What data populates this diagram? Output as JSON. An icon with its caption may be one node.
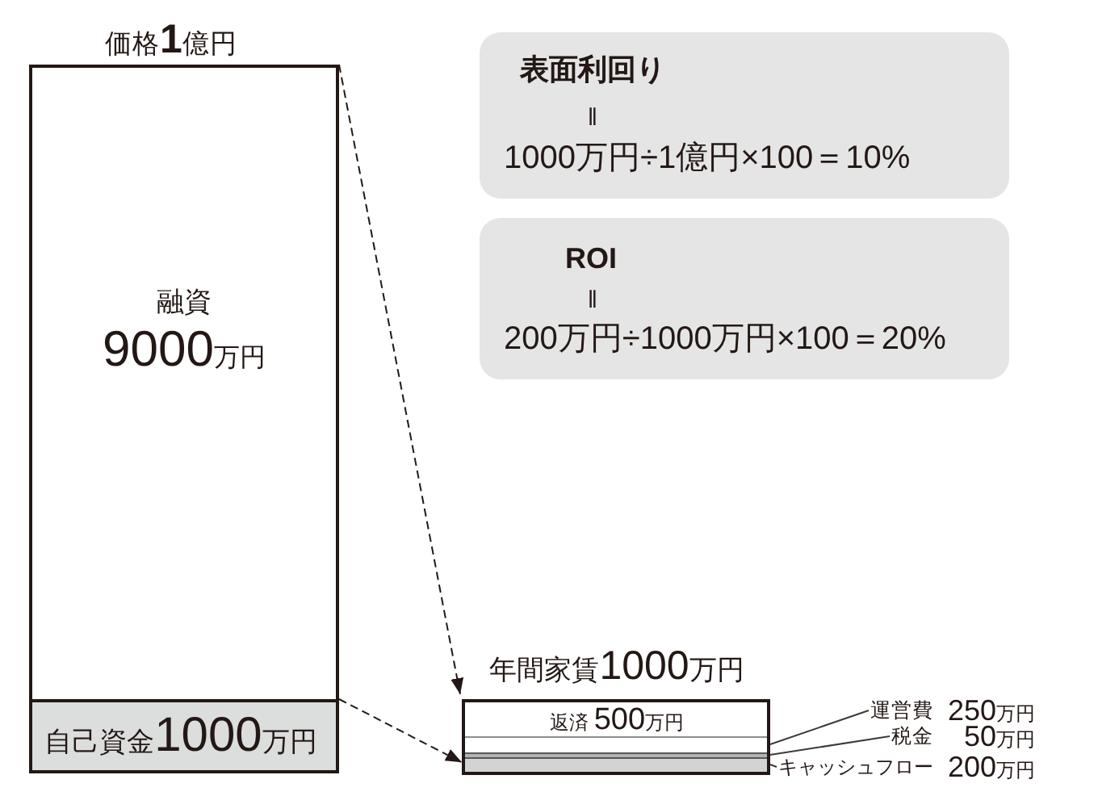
{
  "diagram": {
    "nodes": [
      {
        "text": [
          "価格1億円"
        ]
      },
      {
        "text": [
          "融資",
          "9000万円"
        ],
        "in": 0
      },
      {
        "text": [
          "自己資金1000万円"
        ],
        "in": 0
      },
      {
        "text": [
          "表面利回り",
          "‖",
          "1000万円÷1億円×100＝10%"
        ]
      },
      {
        "text": [
          "ROI",
          "‖",
          "200万円÷1000万円×100＝20%"
        ]
      },
      {
        "text": [
          "年間家賃1000万円"
        ]
      },
      {
        "text": [
          "返済 500万円"
        ],
        "in": 5
      },
      {
        "text": [],
        "shape": "bar",
        "in": 5
      },
      {
        "text": [],
        "shape": "bar",
        "in": 5
      },
      {
        "text": [],
        "shape": "bar",
        "in": 5
      },
      {
        "text": [
          "運営費",
          "250万円"
        ]
      },
      {
        "text": [
          "税金",
          "50万円"
        ]
      },
      {
        "text": [
          "キャッシュフロー",
          "200万円"
        ]
      }
    ],
    "edges": [
      {
        "from": 0,
        "to": 5,
        "arrow": "to",
        "style": "dashed"
      },
      {
        "from": 2,
        "to": 9,
        "arrow": "to",
        "style": "dashed"
      },
      {
        "from": 10,
        "to": 7,
        "arrow": "none"
      },
      {
        "from": 11,
        "to": 8,
        "arrow": "none"
      },
      {
        "from": 12,
        "to": 9,
        "arrow": "none"
      }
    ]
  }
}
